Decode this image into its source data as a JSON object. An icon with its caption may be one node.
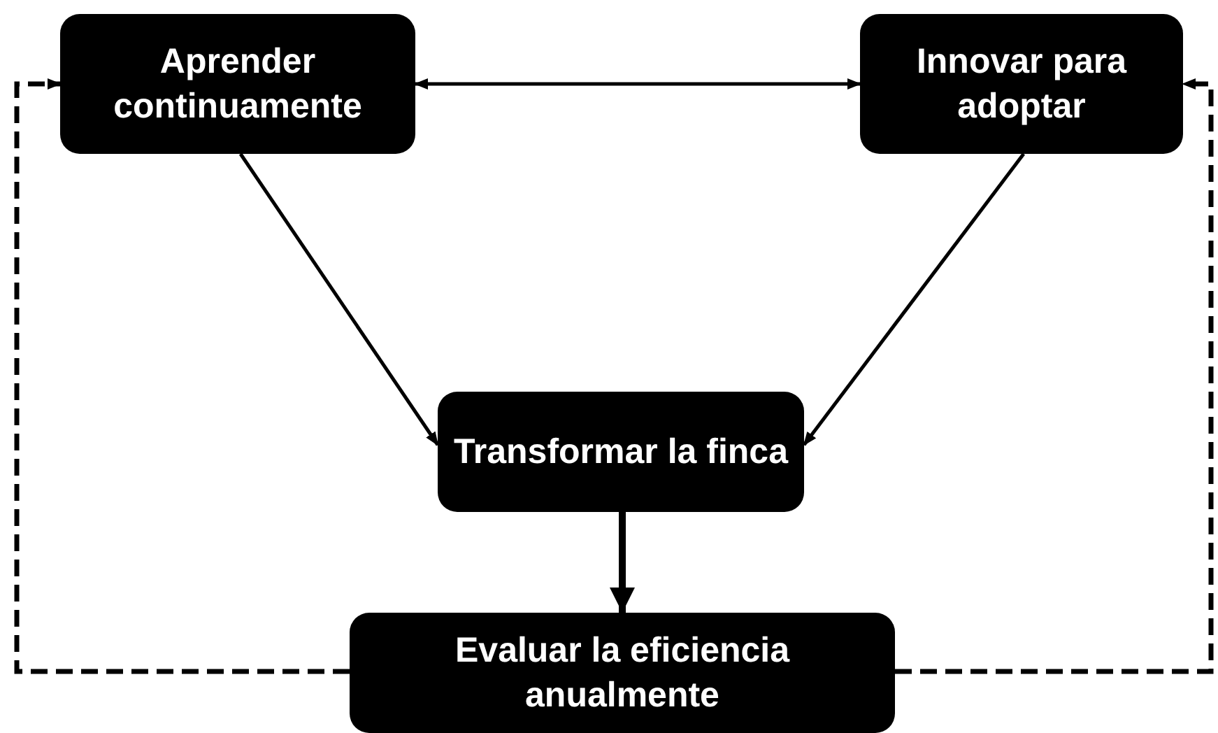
{
  "diagram": {
    "nodes": [
      {
        "text": [
          "Aprender continuamente"
        ]
      },
      {
        "text": [
          "Innovar para adoptar"
        ]
      },
      {
        "text": [
          "Transformar la finca"
        ]
      },
      {
        "text": [
          "Evaluar la eficiencia anualmente"
        ]
      }
    ],
    "edges": [
      {
        "from": 0,
        "to": 1,
        "arrow": "both"
      },
      {
        "from": 0,
        "to": 2,
        "arrow": "to"
      },
      {
        "from": 1,
        "to": 2,
        "arrow": "to"
      },
      {
        "from": 2,
        "to": 3,
        "arrow": "to",
        "style": "thick"
      },
      {
        "from": 3,
        "to": 0,
        "arrow": "to",
        "style": "dashed"
      },
      {
        "from": 3,
        "to": 1,
        "arrow": "to",
        "style": "dashed"
      }
    ]
  }
}
